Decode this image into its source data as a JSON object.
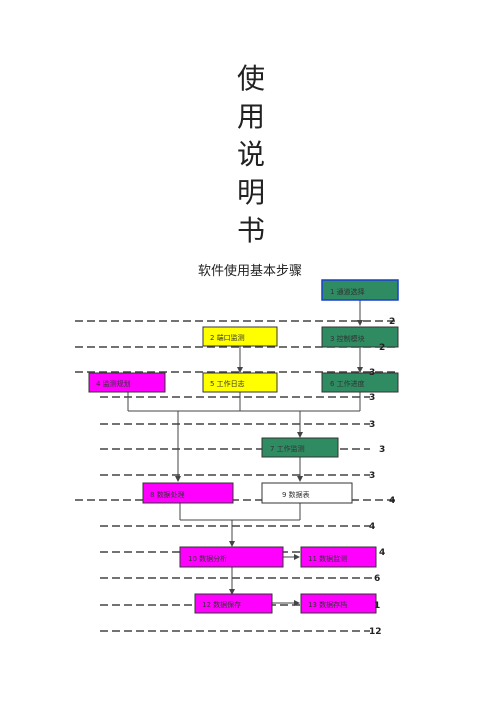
{
  "title_chars": [
    "使",
    "用",
    "说",
    "明",
    "书"
  ],
  "subtitle": "软件使用基本步骤",
  "colors": {
    "green": "#2e8b62",
    "yellow": "#ffff00",
    "magenta": "#ff00ff",
    "white": "#ffffff",
    "line": "#444444"
  },
  "flow_boxes": {
    "b1": "1 通道选择",
    "b2": "2 端口监测",
    "b3": "3 控制模块",
    "b4": "4 监测规划",
    "b5": "5 工作日志",
    "b6": "6 工作进度",
    "b7": "7 工作监测",
    "b8": "8 数据处理",
    "b9": "9 数据表",
    "b10": "10 数据分析",
    "b11": "11 数据监测",
    "b12": "12 数据保存",
    "b13": "13 数据存档"
  },
  "row_numbers": {
    "n1": "2",
    "n2": "2",
    "n3": "3",
    "n4": "3",
    "n5": "3",
    "n6": "3",
    "n7": "3",
    "n8": "4",
    "n9": "4",
    "n10": "4",
    "n11": "6",
    "n12": "1",
    "n13": "12"
  }
}
